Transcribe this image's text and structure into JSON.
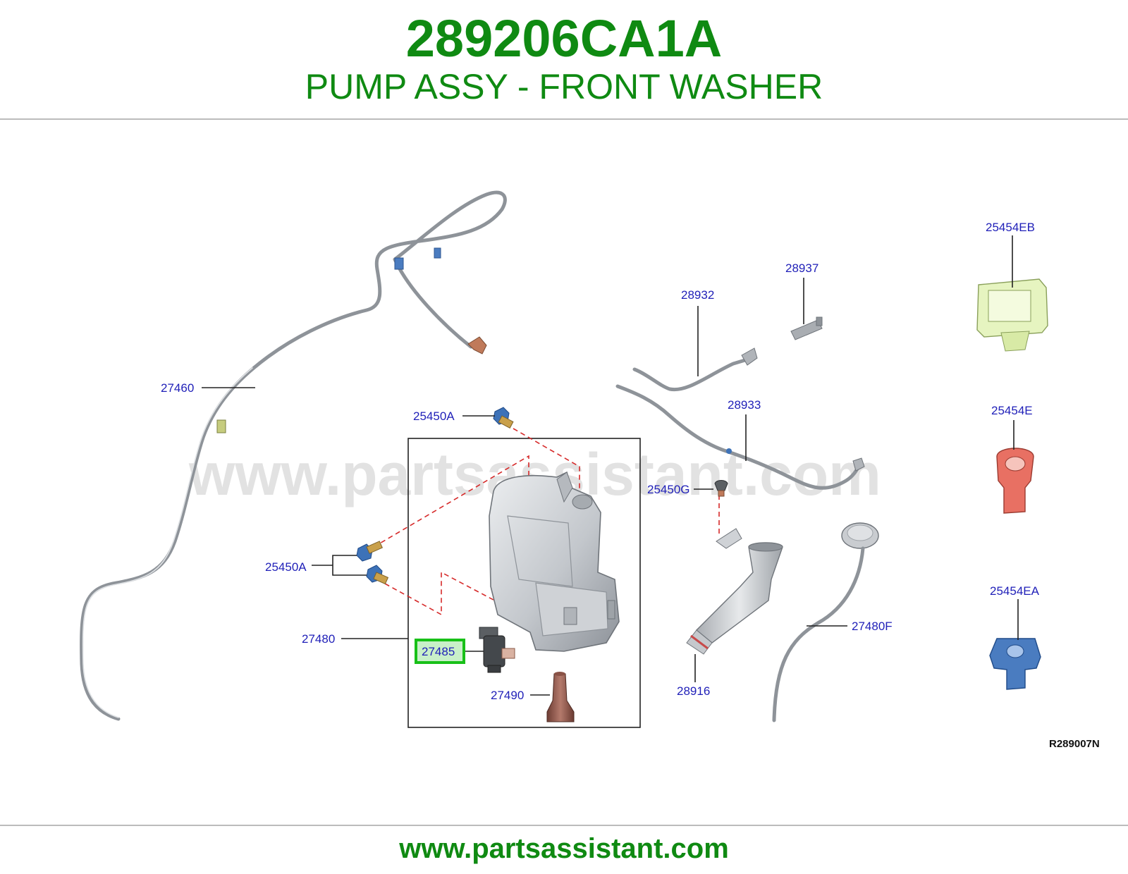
{
  "header": {
    "part_number": "289206CA1A",
    "part_name": "PUMP ASSY - FRONT WASHER"
  },
  "watermark": "www.partsassistant.com",
  "diagram": {
    "reference_code": "R289007N",
    "highlighted_callout": "27485",
    "callouts": {
      "c27460": "27460",
      "c25450A_top": "25450A",
      "c25450A_left": "25450A",
      "c27480": "27480",
      "c27485": "27485",
      "c27490": "27490",
      "c28932": "28932",
      "c28937": "28937",
      "c28933": "28933",
      "c25450G": "25450G",
      "c28916": "28916",
      "c27480F": "27480F",
      "c25454EB": "25454EB",
      "c25454E": "25454E",
      "c25454EA": "25454EA"
    },
    "colors": {
      "title_green": "#0f8a12",
      "callout_blue": "#1f1fb8",
      "highlight_box": "#18c018",
      "highlight_fill": "#c9f0c9",
      "dashed_leader": "#d62a2a"
    }
  },
  "footer": {
    "url": "www.partsassistant.com"
  }
}
